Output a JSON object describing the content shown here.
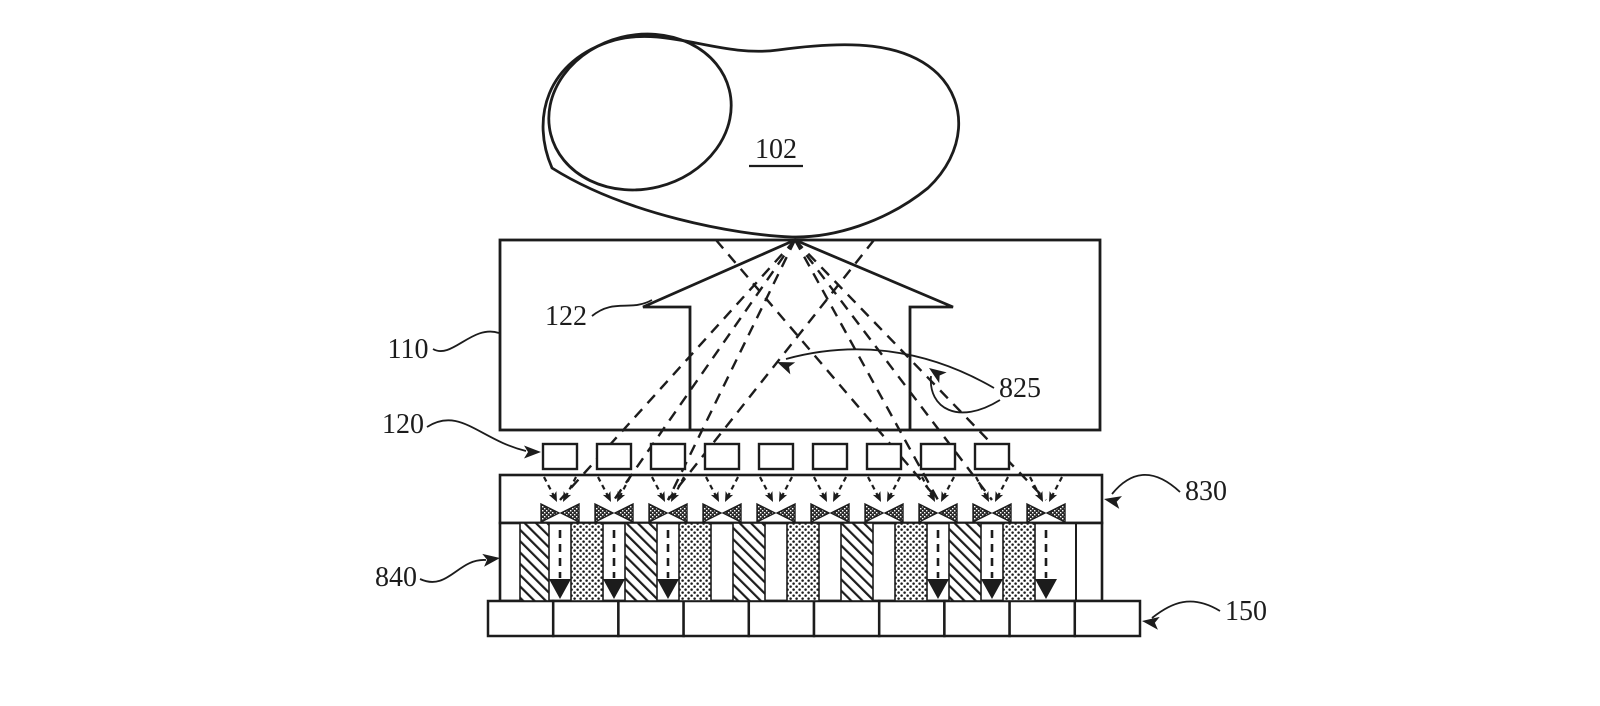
{
  "figure": {
    "type": "patent-diagram",
    "description": "Cross-section of an under-display optical fingerprint sensing stack with finger touching cover, illumination arrow, reflected rays, emitter row, aperture layer, collimator layer and segmented sensor",
    "labels": {
      "finger": "102",
      "cover_layer": "110",
      "light_sources": "120",
      "illumination_arrow": "122",
      "reflected_rays": "825",
      "aperture_layer": "830",
      "collimator_layer": "840",
      "sensor_layer": "150"
    },
    "counts": {
      "light_sources": 9,
      "apertures": 10,
      "collimator_arrows": 6,
      "sensor_segments": 10,
      "long_rays": 8
    },
    "arrow_aperture_positions": [
      1,
      2,
      3,
      8,
      9,
      10
    ],
    "colors": {
      "ink": "#1c1c1c",
      "background": "#ffffff"
    }
  }
}
